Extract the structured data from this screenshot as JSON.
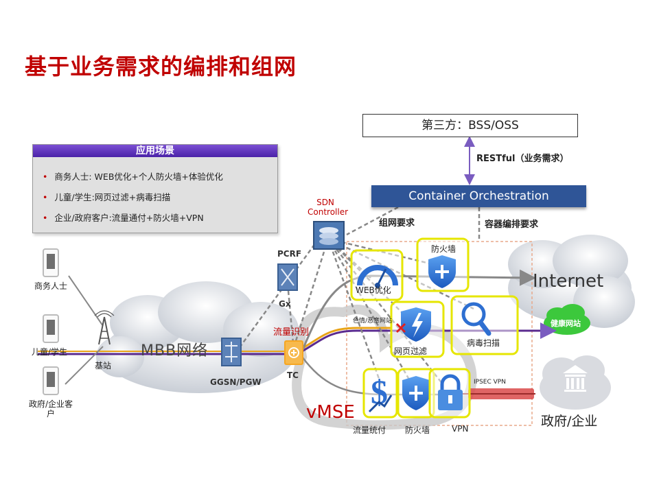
{
  "title": "基于业务需求的编排和组网",
  "bss_box": "第三方：BSS/OSS",
  "restful_label": "RESTful（业务需求）",
  "container_orchestration": "Container Orchestration",
  "network_req_label": "组网要求",
  "container_req_label": "容器编排要求",
  "scenarios": {
    "header": "应用场景",
    "items": [
      "商务人士: WEB优化+个人防火墙+体验优化",
      "儿童/学生:网页过滤+病毒扫描",
      "企业/政府客户:流量通付+防火墙+VPN"
    ]
  },
  "users": {
    "business": "商务人士",
    "student": "儿童/学生",
    "gov": "政府/企业客户"
  },
  "base_station": "基站",
  "mbb_network": "MBB网络",
  "ggsn": "GGSN/PGW",
  "pcrf": "PCRF",
  "gx": "Gx",
  "sdn_controller": "SDN Controller",
  "traffic_id": "流量识别",
  "tc": "TC",
  "vmse": "vMSE",
  "functions": {
    "web_opt": "WEB优化",
    "firewall_top": "防火墙",
    "web_filter": "网页过滤",
    "virus_scan": "病毒扫描",
    "pay": "流量统付",
    "firewall_bottom": "防火墙",
    "vpn": "VPN"
  },
  "malicious_label": "色情/恶意网站",
  "ipsec_label": "IPSEC VPN",
  "internet": "Internet",
  "health_site": "健康网站",
  "gov_enterprise": "政府/企业",
  "colors": {
    "title": "#c00000",
    "orchestration": "#2f5597",
    "scenario_header": "#5b2fc0",
    "function_border": "#e6e600",
    "shield": "#2e6fd1",
    "tc_orange": "#f5a623",
    "purple_flow": "#5b2b8f",
    "orange_flow": "#e8a317",
    "ipsec_red": "#d94a4a"
  }
}
